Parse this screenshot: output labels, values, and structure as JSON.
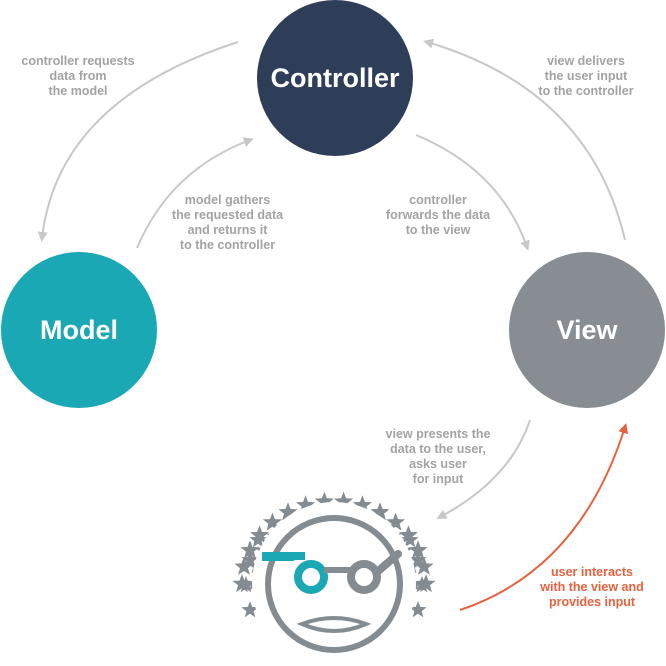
{
  "colors": {
    "controller": "#2e3e59",
    "model": "#19a8b4",
    "view": "#878d92",
    "arrow_gray": "#c8c8c8",
    "arrow_user": "#e8613d",
    "note_gray": "#a3a3a3",
    "note_user": "#e8613d",
    "face": "#848b91",
    "glasses": "#1aa9b4"
  },
  "nodes": {
    "controller": "Controller",
    "model": "Model",
    "view": "View"
  },
  "notes": {
    "controller_requests": [
      "controller requests",
      "data from",
      "the model"
    ],
    "view_delivers": [
      "view delivers",
      "the user input",
      "to the controller"
    ],
    "model_gathers": [
      "model gathers",
      "the requested data",
      "and returns it",
      "to the controller"
    ],
    "controller_forwards": [
      "controller",
      "forwards the data",
      "to the view"
    ],
    "view_presents": [
      "view presents  the",
      "data to the user,",
      "asks user",
      "for input"
    ],
    "user_interacts": [
      "user interacts",
      "with the view and",
      "provides input"
    ]
  },
  "icons": {
    "user": "user-face-icon"
  }
}
